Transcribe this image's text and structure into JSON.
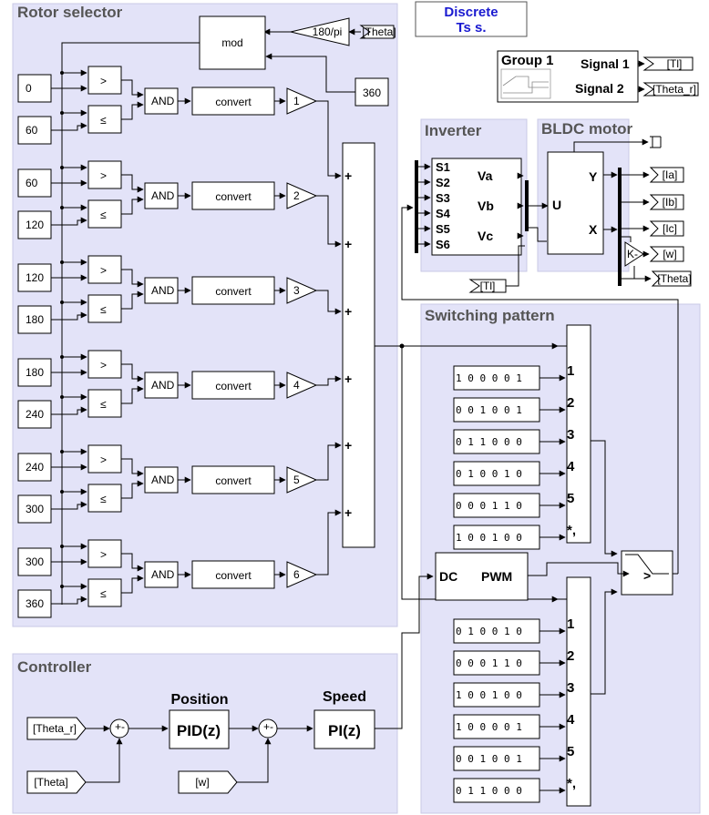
{
  "subsystems": {
    "rotor_selector": "Rotor selector",
    "controller": "Controller",
    "inverter": "Inverter",
    "bldc_motor": "BLDC motor",
    "switching_pattern": "Switching pattern"
  },
  "discrete": {
    "line1": "Discrete",
    "line2": "Ts s."
  },
  "mod_block": "mod",
  "gain_180pi": "180/pi",
  "from_theta_top": "[Theta]",
  "const_360_mod": "360",
  "relational": {
    "gt": ">",
    "le": "≤"
  },
  "and_label": "AND",
  "convert_label": "convert",
  "plus": "+",
  "rows": [
    {
      "lo": "0",
      "hi": "60",
      "gain": "1"
    },
    {
      "lo": "60",
      "hi": "120",
      "gain": "2"
    },
    {
      "lo": "120",
      "hi": "180",
      "gain": "3"
    },
    {
      "lo": "180",
      "hi": "240",
      "gain": "4"
    },
    {
      "lo": "240",
      "hi": "300",
      "gain": "5"
    },
    {
      "lo": "300",
      "hi": "360",
      "gain": "6"
    }
  ],
  "group": {
    "title": "Group 1",
    "signal1": "Signal 1",
    "signal2": "Signal 2",
    "goto1": "[Tl]",
    "goto2": "[Theta_r]"
  },
  "inverter": {
    "inputs": [
      "S1",
      "S2",
      "S3",
      "S4",
      "S5",
      "S6"
    ],
    "outputs": [
      "Va",
      "Vb",
      "Vc"
    ],
    "from_tl": "[Tl]"
  },
  "motor": {
    "input": "U",
    "out_y": "Y",
    "out_x": "X",
    "gain_k": "K-",
    "gotos": [
      "[Ia]",
      "[Ib]",
      "[Ic]",
      "[w]",
      "[Theta]"
    ]
  },
  "pattern_a": {
    "constants": [
      "1 0 0 0 0 1",
      "0 0 1 0 0 1",
      "0 1 1 0 0 0",
      "0 1 0 0 1 0",
      "0 0 0 1 1 0",
      "1 0 0 1 0 0"
    ],
    "labels": [
      "1",
      "2",
      "3",
      "4",
      "5",
      "*,"
    ]
  },
  "pattern_b": {
    "constants": [
      "0 1 0 0 1 0",
      "0 0 0 1 1 0",
      "1 0 0 1 0 0",
      "1 0 0 0 0 1",
      "0 0 1 0 0 1",
      "0 1 1 0 0 0"
    ],
    "labels": [
      "1",
      "2",
      "3",
      "4",
      "5",
      "*,"
    ]
  },
  "pwm": {
    "dc": "DC",
    "pwm": "PWM"
  },
  "switch_op": ">",
  "controller": {
    "position_title": "Position",
    "speed_title": "Speed",
    "pid": "PID(z)",
    "pi": "PI(z)",
    "from_theta_r": "[Theta_r]",
    "from_theta": "[Theta]",
    "from_w": "[w]",
    "sum_signs": "+-"
  }
}
